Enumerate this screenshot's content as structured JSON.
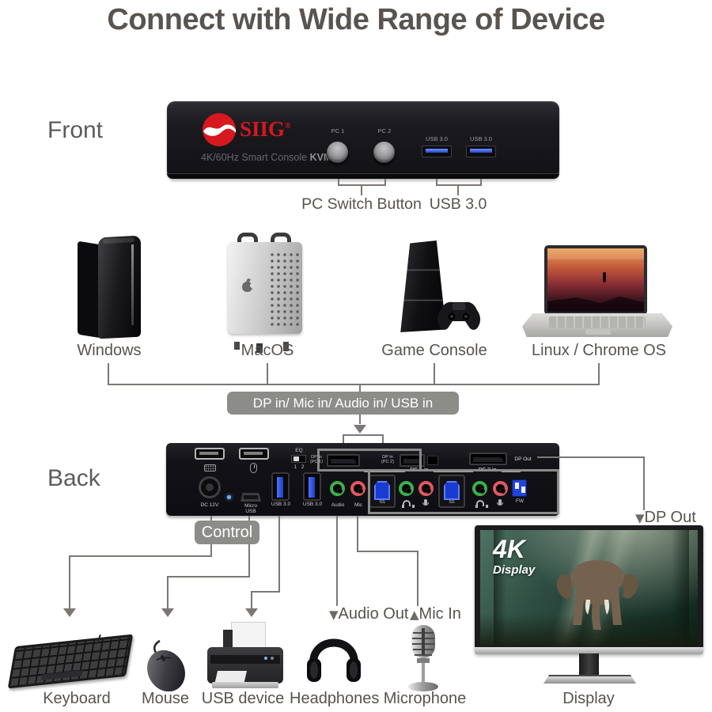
{
  "title": "Connect with Wide Range of Device",
  "sections": {
    "front": "Front",
    "back": "Back"
  },
  "front_device": {
    "brand": "SIIG",
    "reg_mark": "®",
    "model_line": "4K/60Hz Smart Console ",
    "model_bold": "KVM",
    "pc1": "PC 1",
    "pc2": "PC 2",
    "usb_port1": "USB 3.0",
    "usb_port2": "USB 3.0"
  },
  "front_callouts": {
    "pc_switch": "PC Switch Button",
    "usb": "USB 3.0"
  },
  "sources": {
    "windows": "Windows",
    "macos": "MacOS",
    "game_console": "Game Console",
    "linux": "Linux / Chrome OS",
    "input_summary": "DP in/ Mic in/ Audio in/ USB in"
  },
  "back_ports": {
    "dc": "DC 12V",
    "micro_usb_line1": "Micro",
    "micro_usb_line2": "USB",
    "eq": "EQ",
    "eq_pos1": "1",
    "eq_pos2": "2",
    "dp_in1_line1": "DP In",
    "dp_in1_line2": "(PC 1)",
    "dp_in2_line1": "DP In",
    "dp_in2_line2": "(PC 2)",
    "usb3_1": "USB 3.0",
    "usb3_2": "USB 3.0",
    "audio": "Audio",
    "mic": "Mic",
    "pc1_in": "PC 1 in",
    "pc2_in": "PC 2 in",
    "ss1": "SS",
    "ss2": "SS",
    "fw": "FW",
    "dp_out": "DP Out"
  },
  "flow": {
    "control": "Control",
    "audio_out": "Audio Out",
    "mic_in": "Mic In",
    "dp_out": "DP Out",
    "down_arrow": "▼",
    "up_arrow": "▲"
  },
  "monitor": {
    "badge_4k": "4K",
    "badge_display": "Display"
  },
  "peripherals": {
    "keyboard": "Keyboard",
    "mouse": "Mouse",
    "usb_device": "USB device",
    "headphones": "Headphones",
    "microphone": "Microphone",
    "display": "Display"
  },
  "colors": {
    "brand_red": "#d6191f",
    "usb_blue": "#2f55d4",
    "audio_green": "#3fae4c",
    "mic_red": "#e05864",
    "label_gray": "#57534f",
    "pill_gray": "#8c8c89"
  }
}
